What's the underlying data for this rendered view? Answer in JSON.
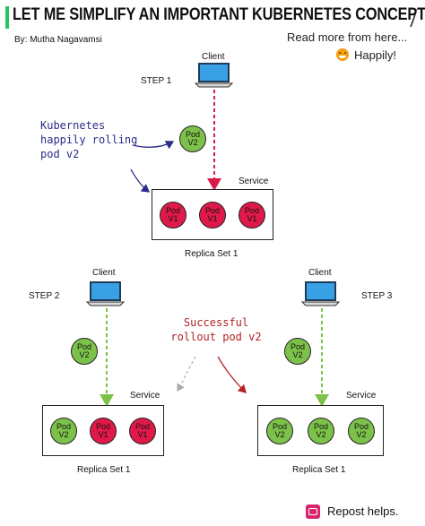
{
  "header": {
    "title": "LET ME SIMPLIFY AN IMPORTANT KUBERNETES CONCEPT",
    "byline": "By: Mutha Nagavamsi",
    "read_more": "Read more from here...",
    "happily": "Happily!"
  },
  "step1": {
    "step_label": "STEP 1",
    "client_label": "Client",
    "service_label": "Service",
    "replica_label": "Replica Set 1",
    "annotation": "Kubernetes\nhappily rolling\npod v2",
    "pending_pod": {
      "line1": "Pod",
      "line2": "V2"
    },
    "pods": [
      {
        "line1": "Pod",
        "line2": "V1"
      },
      {
        "line1": "Pod",
        "line2": "V1"
      },
      {
        "line1": "Pod",
        "line2": "V1"
      }
    ]
  },
  "step2": {
    "step_label": "STEP 2",
    "client_label": "Client",
    "service_label": "Service",
    "replica_label": "Replica Set 1",
    "pending_pod": {
      "line1": "Pod",
      "line2": "V2"
    },
    "pods": [
      {
        "line1": "Pod",
        "line2": "V2"
      },
      {
        "line1": "Pod",
        "line2": "V1"
      },
      {
        "line1": "Pod",
        "line2": "V1"
      }
    ]
  },
  "step3": {
    "step_label": "STEP 3",
    "client_label": "Client",
    "service_label": "Service",
    "replica_label": "Replica Set 1",
    "pending_pod": {
      "line1": "Pod",
      "line2": "V2"
    },
    "pods": [
      {
        "line1": "Pod",
        "line2": "V2"
      },
      {
        "line1": "Pod",
        "line2": "V2"
      },
      {
        "line1": "Pod",
        "line2": "V2"
      }
    ]
  },
  "annotation_mid": "Successful\nrollout pod v2",
  "footer": {
    "text": "Repost helps."
  },
  "colors": {
    "pod_v1": "#e0194a",
    "pod_v2": "#7cc24a",
    "arrow_v1": "#d81b4a",
    "arrow_v2": "#7cc24a",
    "accent": "#22c55e"
  },
  "icons": [
    "laptop-icon",
    "emoji-grin-icon",
    "repost-icon"
  ]
}
